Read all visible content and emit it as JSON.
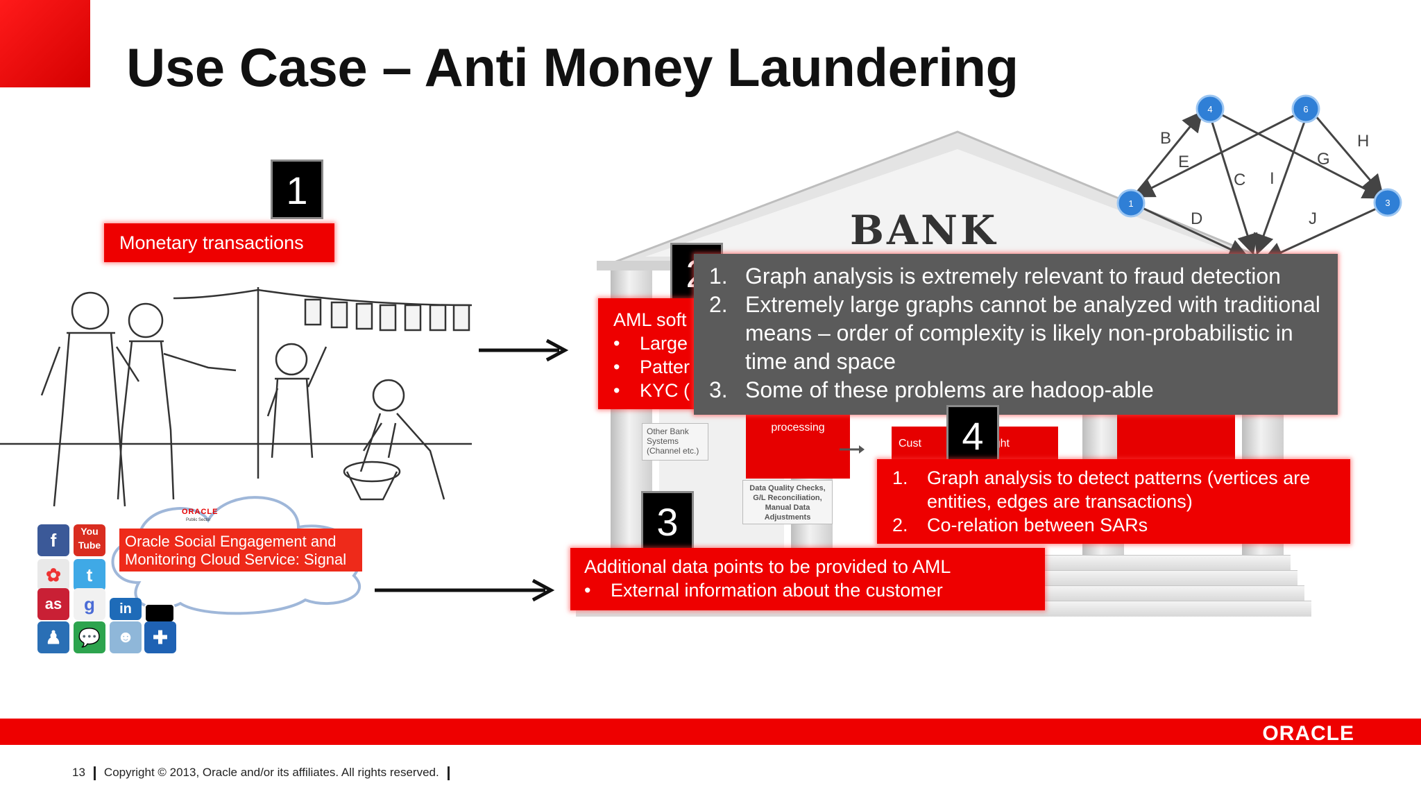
{
  "slide": {
    "title": "Use Case – Anti Money Laundering"
  },
  "step1": {
    "number": "1",
    "label": "Monetary transactions"
  },
  "step2": {
    "number": "2",
    "heading": "AML soft",
    "bullets": [
      "Large",
      "Patter",
      "KYC ("
    ]
  },
  "step3": {
    "number": "3",
    "heading": "Additional data points to be provided to AML",
    "bullets": [
      "External information about the customer"
    ]
  },
  "step4": {
    "number": "4",
    "items": [
      "Graph analysis to detect patterns (vertices are entities, edges are transactions)",
      "Co-relation between SARs"
    ]
  },
  "callout": {
    "items": [
      "Graph analysis is extremely relevant to fraud detection",
      "Extremely large graphs cannot be analyzed with traditional means – order of complexity is likely non-probabilistic in time and space",
      "Some of these problems are hadoop-able"
    ]
  },
  "bank": {
    "sign": "BANK",
    "processing": "processing",
    "other_bank_systems": "Other Bank Systems (Channel etc.)",
    "data_quality": "Data Quality Checks, G/L Reconciliation, Manual Data Adjustments",
    "cust_left": "Cust",
    "cust_right": "ght"
  },
  "social_cloud": {
    "brand": "ORACLE",
    "brand_sub": "Public Sector",
    "label": "Oracle Social Engagement and Monitoring Cloud Service: Signal"
  },
  "graph": {
    "edge_labels": [
      "B",
      "E",
      "C",
      "I",
      "G",
      "H",
      "D",
      "J"
    ],
    "node_labels": [
      "4",
      "6",
      "1",
      "3"
    ]
  },
  "footer": {
    "page_number": "13",
    "copyright": "Copyright © 2013, Oracle and/or its affiliates. All rights reserved.",
    "brand": "ORACLE"
  },
  "colors": {
    "accent_red": "#ee0000",
    "callout_grey": "#5b5b5b",
    "node_blue": "#2f7fd6"
  },
  "icons": [
    "facebook-icon",
    "youtube-icon",
    "picasa-icon",
    "twitter-icon",
    "lastfm-icon",
    "google-icon",
    "linkedin-icon",
    "delicious-icon",
    "myspace-icon",
    "chat-icon",
    "reddit-icon",
    "messenger-icon"
  ]
}
